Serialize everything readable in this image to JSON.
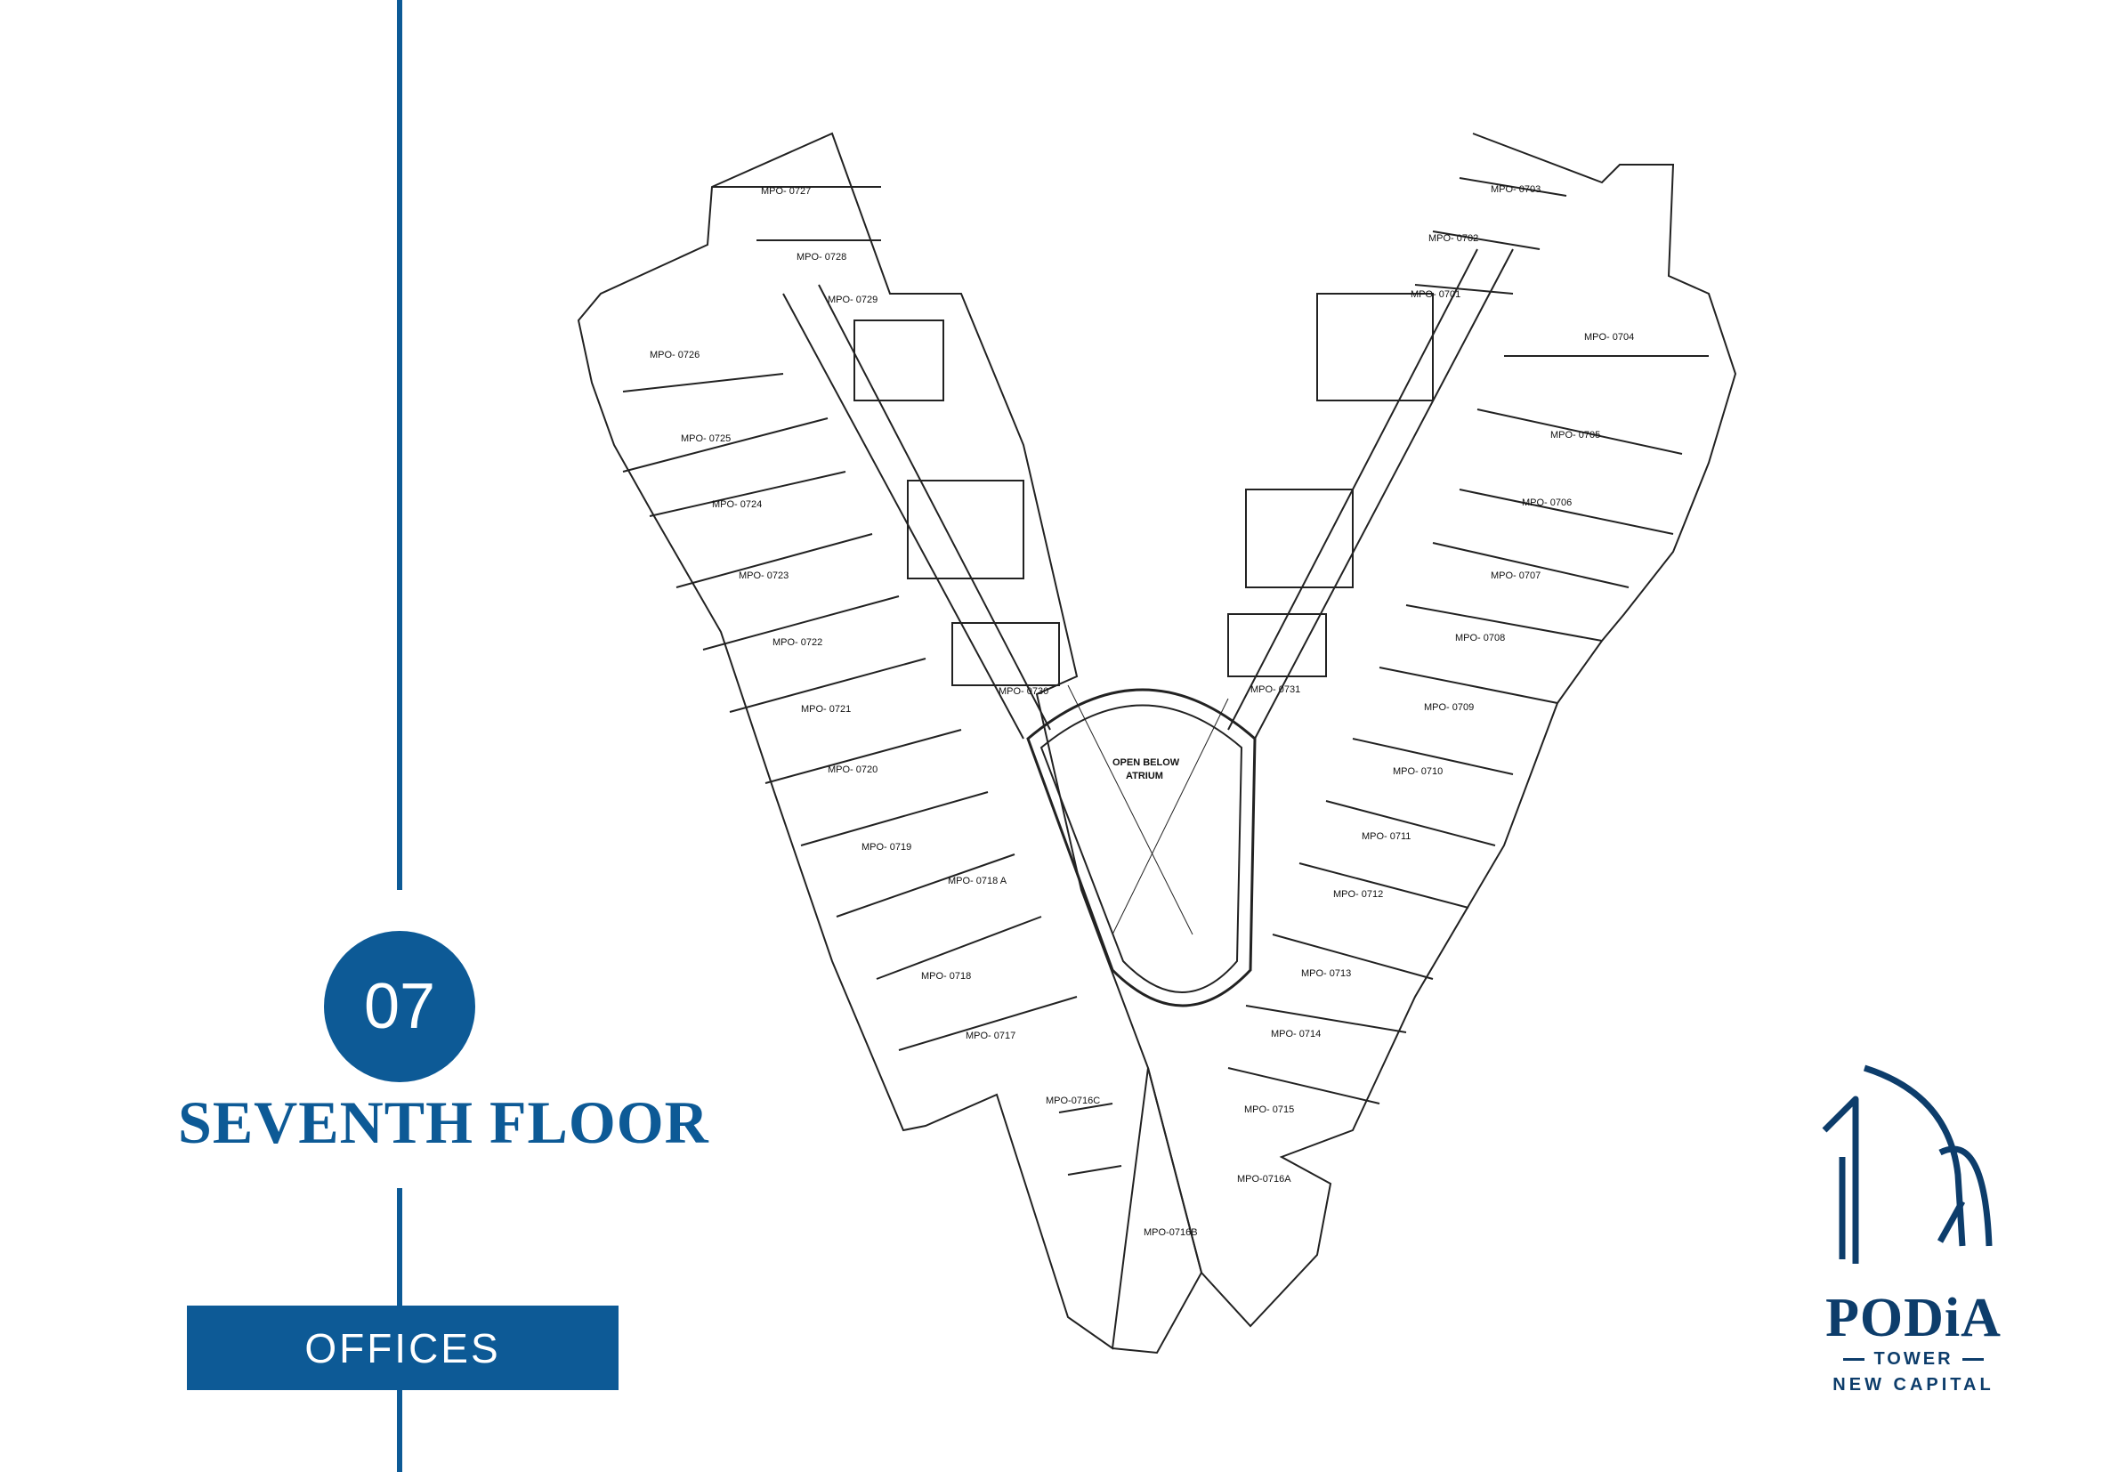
{
  "floor": {
    "number": "07",
    "title": "SEVENTH FLOOR",
    "category": "OFFICES"
  },
  "brand": {
    "name": "PODiA",
    "sub": "TOWER",
    "location": "NEW CAPITAL"
  },
  "colors": {
    "primary": "#0d5a96",
    "brand_dark": "#0d3d6b"
  },
  "atrium": {
    "line1": "OPEN BELOW",
    "line2": "ATRIUM"
  },
  "units_left": [
    "MPO- 0727",
    "MPO- 0728",
    "MPO- 0729",
    "MPO- 0726",
    "MPO- 0725",
    "MPO- 0724",
    "MPO- 0723",
    "MPO- 0722",
    "MPO- 0721",
    "MPO- 0720",
    "MPO- 0719",
    "MPO- 0718 A",
    "MPO- 0718",
    "MPO- 0717",
    "MPO- 0730",
    "MPO-0716C",
    "MPO-0716B"
  ],
  "units_right": [
    "MPO- 0703",
    "MPO- 0702",
    "MPO- 0701",
    "MPO- 0704",
    "MPO- 0705",
    "MPO- 0706",
    "MPO- 0707",
    "MPO- 0708",
    "MPO- 0709",
    "MPO- 0710",
    "MPO- 0711",
    "MPO- 0712",
    "MPO- 0713",
    "MPO- 0714",
    "MPO- 0715",
    "MPO- 0731",
    "MPO-0716A"
  ]
}
